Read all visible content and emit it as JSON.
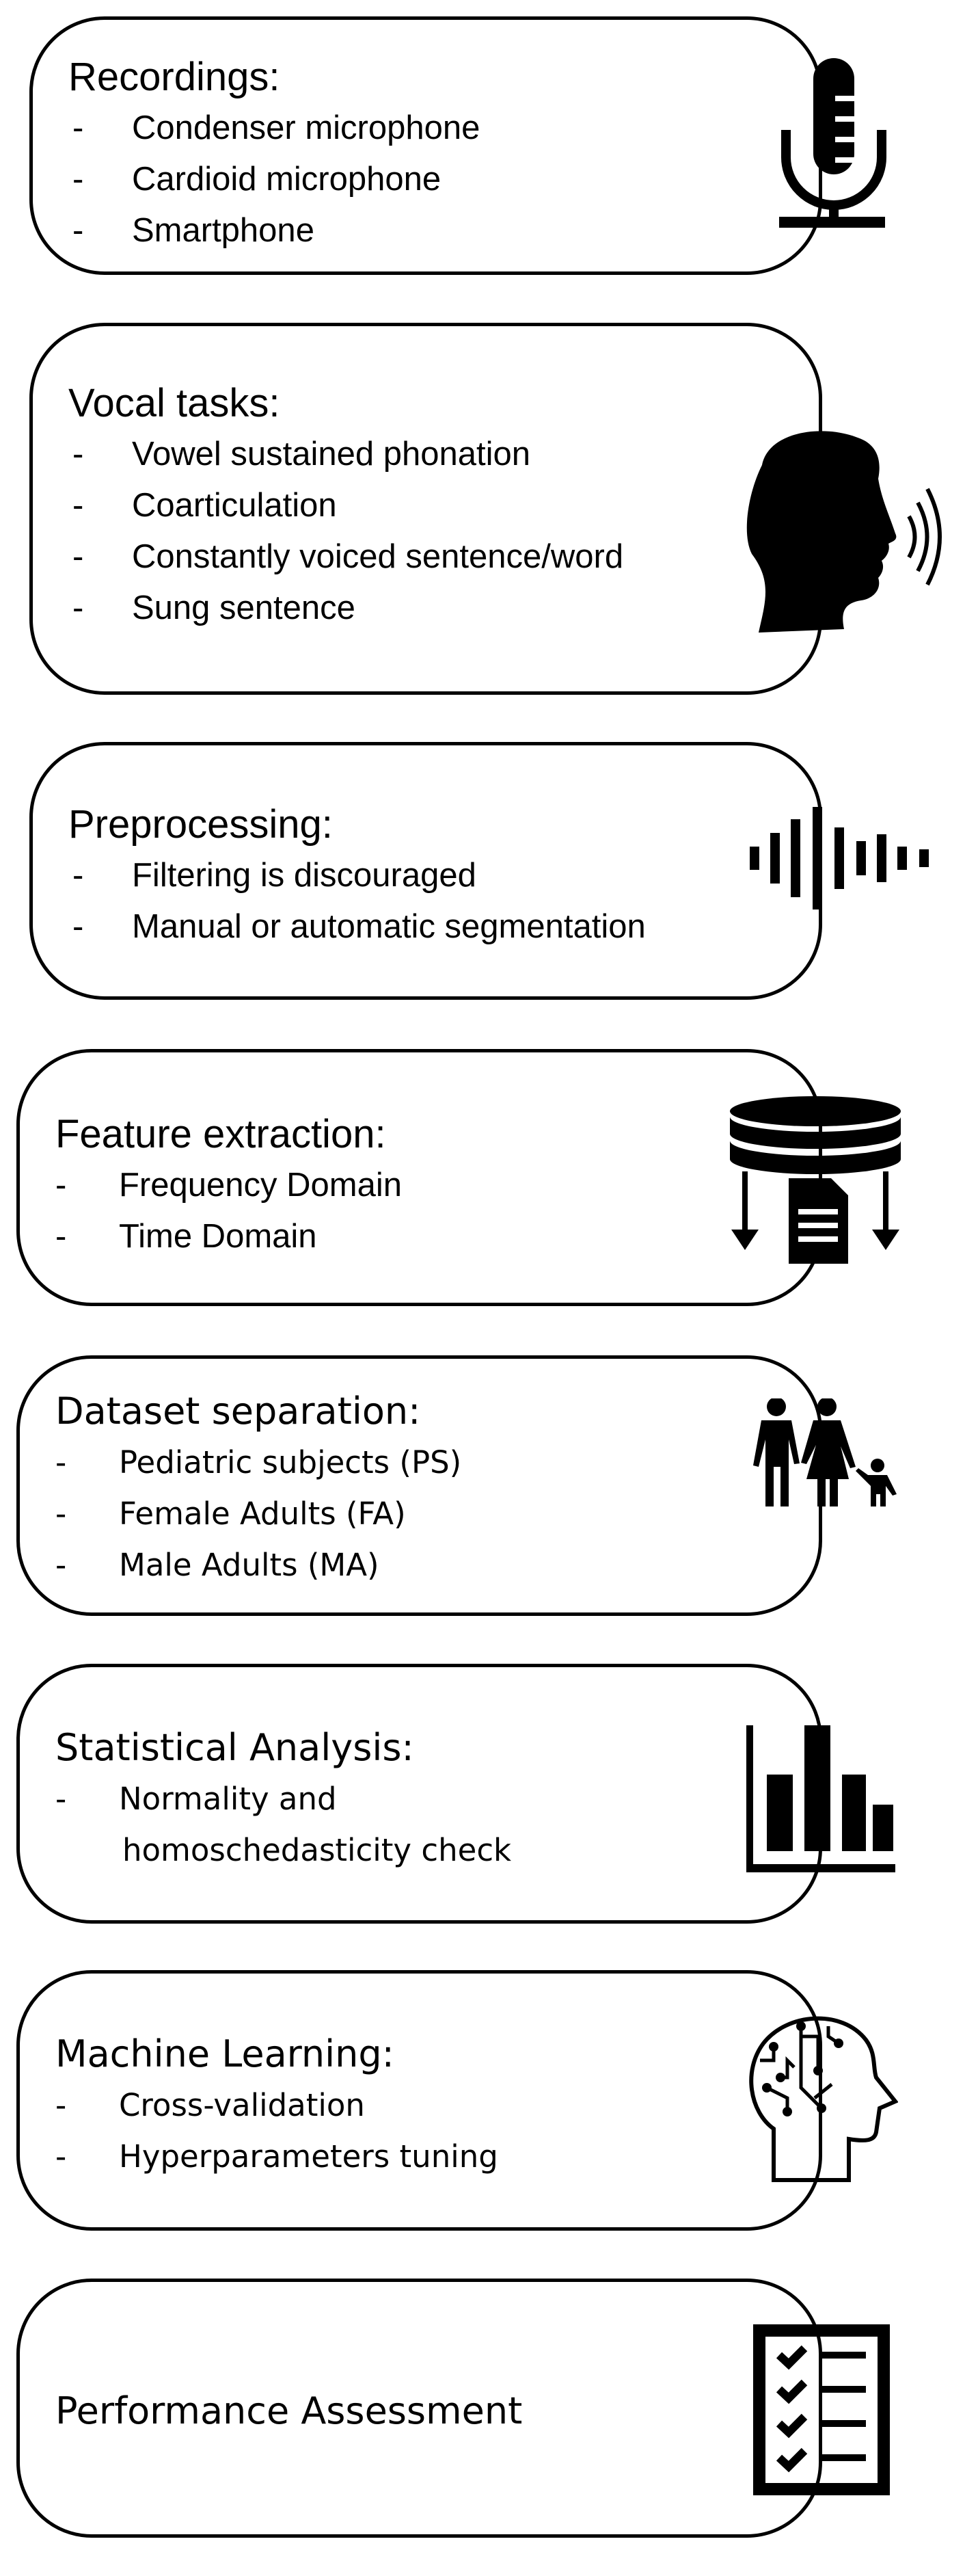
{
  "steps": [
    {
      "title": "Recordings:",
      "items": [
        "Condenser microphone",
        "Cardioid microphone",
        "Smartphone"
      ],
      "icon": "microphone-icon"
    },
    {
      "title": "Vocal tasks:",
      "items": [
        "Vowel sustained phonation",
        "Coarticulation",
        "Constantly voiced sentence/word",
        "Sung sentence"
      ],
      "icon": "speaking-head-icon"
    },
    {
      "title": "Preprocessing:",
      "items": [
        "Filtering is discouraged",
        "Manual or automatic segmentation"
      ],
      "icon": "waveform-icon"
    },
    {
      "title": "Feature extraction:",
      "items": [
        "Frequency Domain",
        "Time Domain"
      ],
      "icon": "database-extract-icon"
    },
    {
      "title": "Dataset separation:",
      "items": [
        "Pediatric subjects (PS)",
        "Female Adults (FA)",
        "Male Adults (MA)"
      ],
      "icon": "family-icon"
    },
    {
      "title": "Statistical Analysis:",
      "items": [
        "Normality and",
        "homoschedasticity check"
      ],
      "icon": "bar-chart-icon"
    },
    {
      "title": "Machine Learning:",
      "items": [
        "Cross-validation",
        "Hyperparameters tuning"
      ],
      "icon": "ai-brain-icon"
    },
    {
      "title": "Performance Assessment",
      "items": [],
      "icon": "checklist-icon"
    }
  ],
  "bullet": "-"
}
